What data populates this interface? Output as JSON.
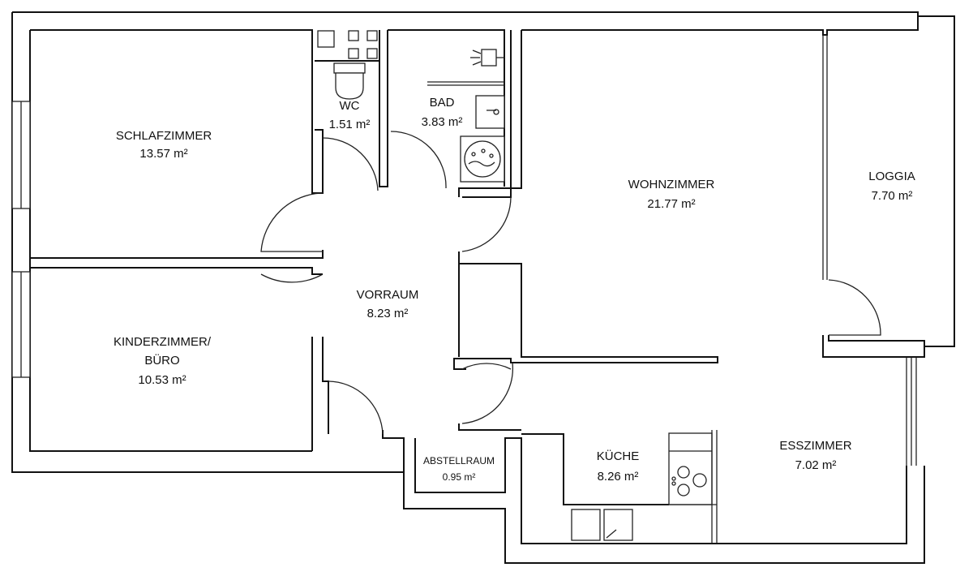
{
  "rooms": {
    "schlafzimmer": {
      "name": "SCHLAFZIMMER",
      "area": "13.57 m²"
    },
    "wc": {
      "name": "WC",
      "area": "1.51 m²"
    },
    "bad": {
      "name": "BAD",
      "area": "3.83 m²"
    },
    "wohnzimmer": {
      "name": "WOHNZIMMER",
      "area": "21.77 m²"
    },
    "loggia": {
      "name": "LOGGIA",
      "area": "7.70 m²"
    },
    "vorraum": {
      "name": "VORRAUM",
      "area": "8.23 m²"
    },
    "kinderzimmer": {
      "name_line1": "KINDERZIMMER/",
      "name_line2": "BÜRO",
      "area": "10.53 m²"
    },
    "abstellraum": {
      "name": "ABSTELLRAUM",
      "area": "0.95 m²"
    },
    "kueche": {
      "name": "KÜCHE",
      "area": "8.26 m²"
    },
    "esszimmer": {
      "name": "ESSZIMMER",
      "area": "7.02 m²"
    }
  }
}
